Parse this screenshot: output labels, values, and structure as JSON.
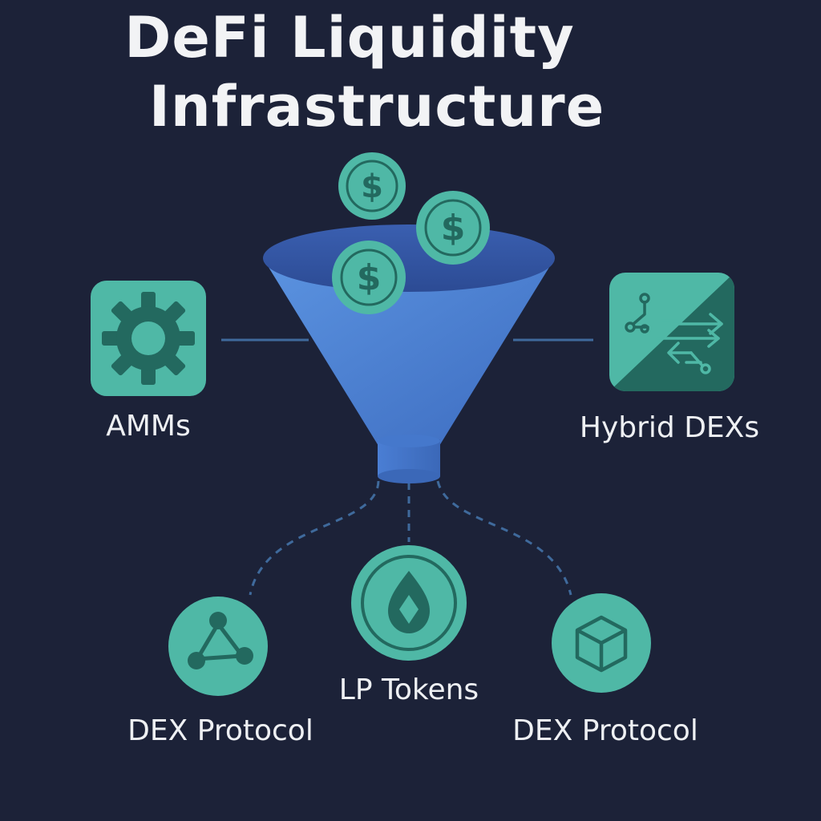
{
  "title": {
    "line1": "DeFi Liquidity",
    "line2": "Infrastructure"
  },
  "nodes": {
    "amms": {
      "label": "AMMs",
      "icon": "gear-icon"
    },
    "hybrid_dexs": {
      "label": "Hybrid DEXs",
      "icon": "routing-arrows-icon"
    },
    "lp_tokens": {
      "label": "LP Tokens",
      "icon": "droplet-icon"
    },
    "dex_protocol_left": {
      "label": "DEX Protocol",
      "icon": "network-triangle-icon"
    },
    "dex_protocol_right": {
      "label": "DEX Protocol",
      "icon": "cube-icon"
    }
  },
  "center": {
    "icon": "funnel-icon",
    "coins": [
      "dollar-coin-icon",
      "dollar-coin-icon",
      "dollar-coin-icon"
    ]
  },
  "colors": {
    "background": "#1c2238",
    "teal": "#4fb8a6",
    "teal_dark": "#23695f",
    "funnel_blue": "#4a7ed4",
    "connector": "#3f6a9c"
  }
}
